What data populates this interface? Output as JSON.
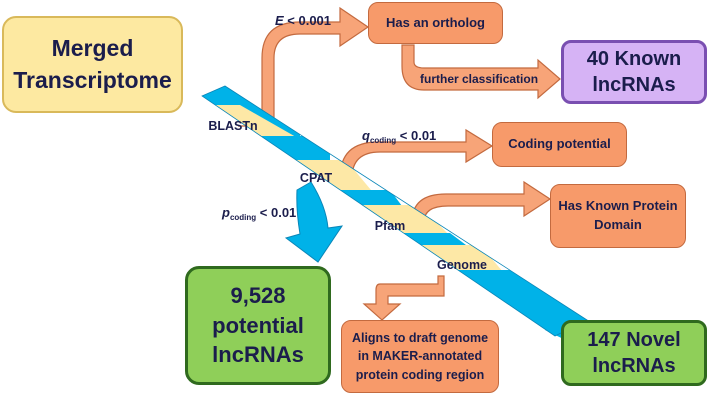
{
  "colors": {
    "stripe_blue": "#00b2e8",
    "stripe_yellow": "#fde8a6",
    "orange_box": "#f79a6a",
    "orange_arrow": "#f7a478",
    "merged_box": "#fde9a1",
    "known_box": "#d6b3f5",
    "potential_box": "#8fcf59",
    "novel_box": "#8fcf59",
    "text": "#1b1d4c"
  },
  "merged": "Merged\nTranscriptome",
  "known": "40 Known\nlncRNAs",
  "potential": "9,528\npotential\nlncRNAs",
  "novel": "147 Novel\nlncRNAs",
  "steps": {
    "blastn": "BLASTn",
    "cpat": "CPAT",
    "pfam": "Pfam",
    "genome": "Genome"
  },
  "outcomes": {
    "ortholog": "Has an ortholog",
    "coding": "Coding potential",
    "protein": "Has Known Protein\nDomain",
    "aligns": "Aligns to draft genome\nin MAKER-annotated\nprotein coding region"
  },
  "labels": {
    "evalue_sym": "E",
    "evalue_rest": " < 0.001",
    "further": "further classification",
    "q_sym": "q",
    "q_sub": "coding",
    "q_rest": " < 0.01",
    "p_sym": "p",
    "p_sub": "coding",
    "p_rest": " < 0.01"
  }
}
